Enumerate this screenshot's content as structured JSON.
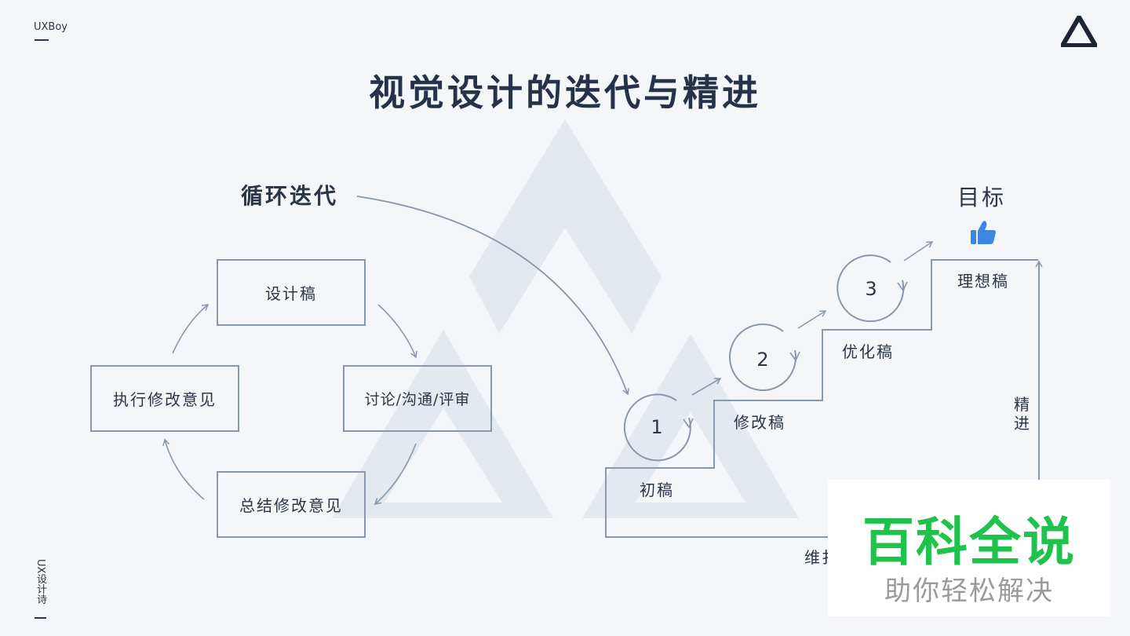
{
  "brand": "UXBoy",
  "title": "视觉设计的迭代与精进",
  "side_label": "UX设计诗",
  "cycle": {
    "heading": "循环迭代",
    "boxes": [
      "设计稿",
      "讨论/沟通/评审",
      "总结修改意见",
      "执行修改意见"
    ]
  },
  "stairs": {
    "goal": "目标",
    "steps": [
      {
        "number": "1",
        "label": "初稿"
      },
      {
        "number": "2",
        "label": "修改稿"
      },
      {
        "number": "3",
        "label": "优化稿"
      }
    ],
    "ideal": "理想稿",
    "refine": "精进",
    "bottom_label_partial": "维扌"
  },
  "watermark": {
    "main": "百科全说",
    "sub": "助你轻松解决"
  },
  "icons": {
    "logo": "triangle-logo-icon",
    "goal": "thumbs-up-icon"
  },
  "colors": {
    "background": "#f4f6fa",
    "text": "#2b3547",
    "line": "#8997ab",
    "thumb": "#3a86e0",
    "watermark_green": "#1fc24a"
  }
}
